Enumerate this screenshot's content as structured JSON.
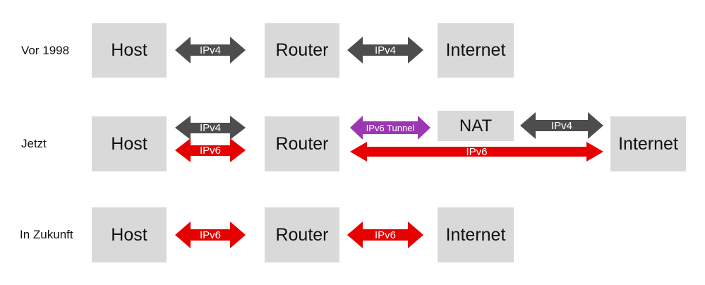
{
  "colors": {
    "box_fill": "#d9d9d9",
    "ipv4_arrow": "#4d4d4d",
    "ipv6_arrow": "#e60000",
    "ipv6_tunnel_arrow": "#9c37b3",
    "background": "#ffffff"
  },
  "rows": {
    "row1": {
      "label": "Vor 1998",
      "nodes": {
        "host": "Host",
        "router": "Router",
        "internet": "Internet"
      },
      "arrows": {
        "host_router": "IPv4",
        "router_internet": "IPv4"
      }
    },
    "row2": {
      "label": "Jetzt",
      "nodes": {
        "host": "Host",
        "router": "Router",
        "nat": "NAT",
        "internet": "Internet"
      },
      "arrows": {
        "host_router_top": "IPv4",
        "host_router_bottom": "IPv6",
        "router_nat": "IPv6 Tunnel",
        "nat_internet": "IPv4",
        "router_internet": "IPv6"
      }
    },
    "row3": {
      "label": "In Zukunft",
      "nodes": {
        "host": "Host",
        "router": "Router",
        "internet": "Internet"
      },
      "arrows": {
        "host_router": "IPv6",
        "router_internet": "IPv6"
      }
    }
  }
}
